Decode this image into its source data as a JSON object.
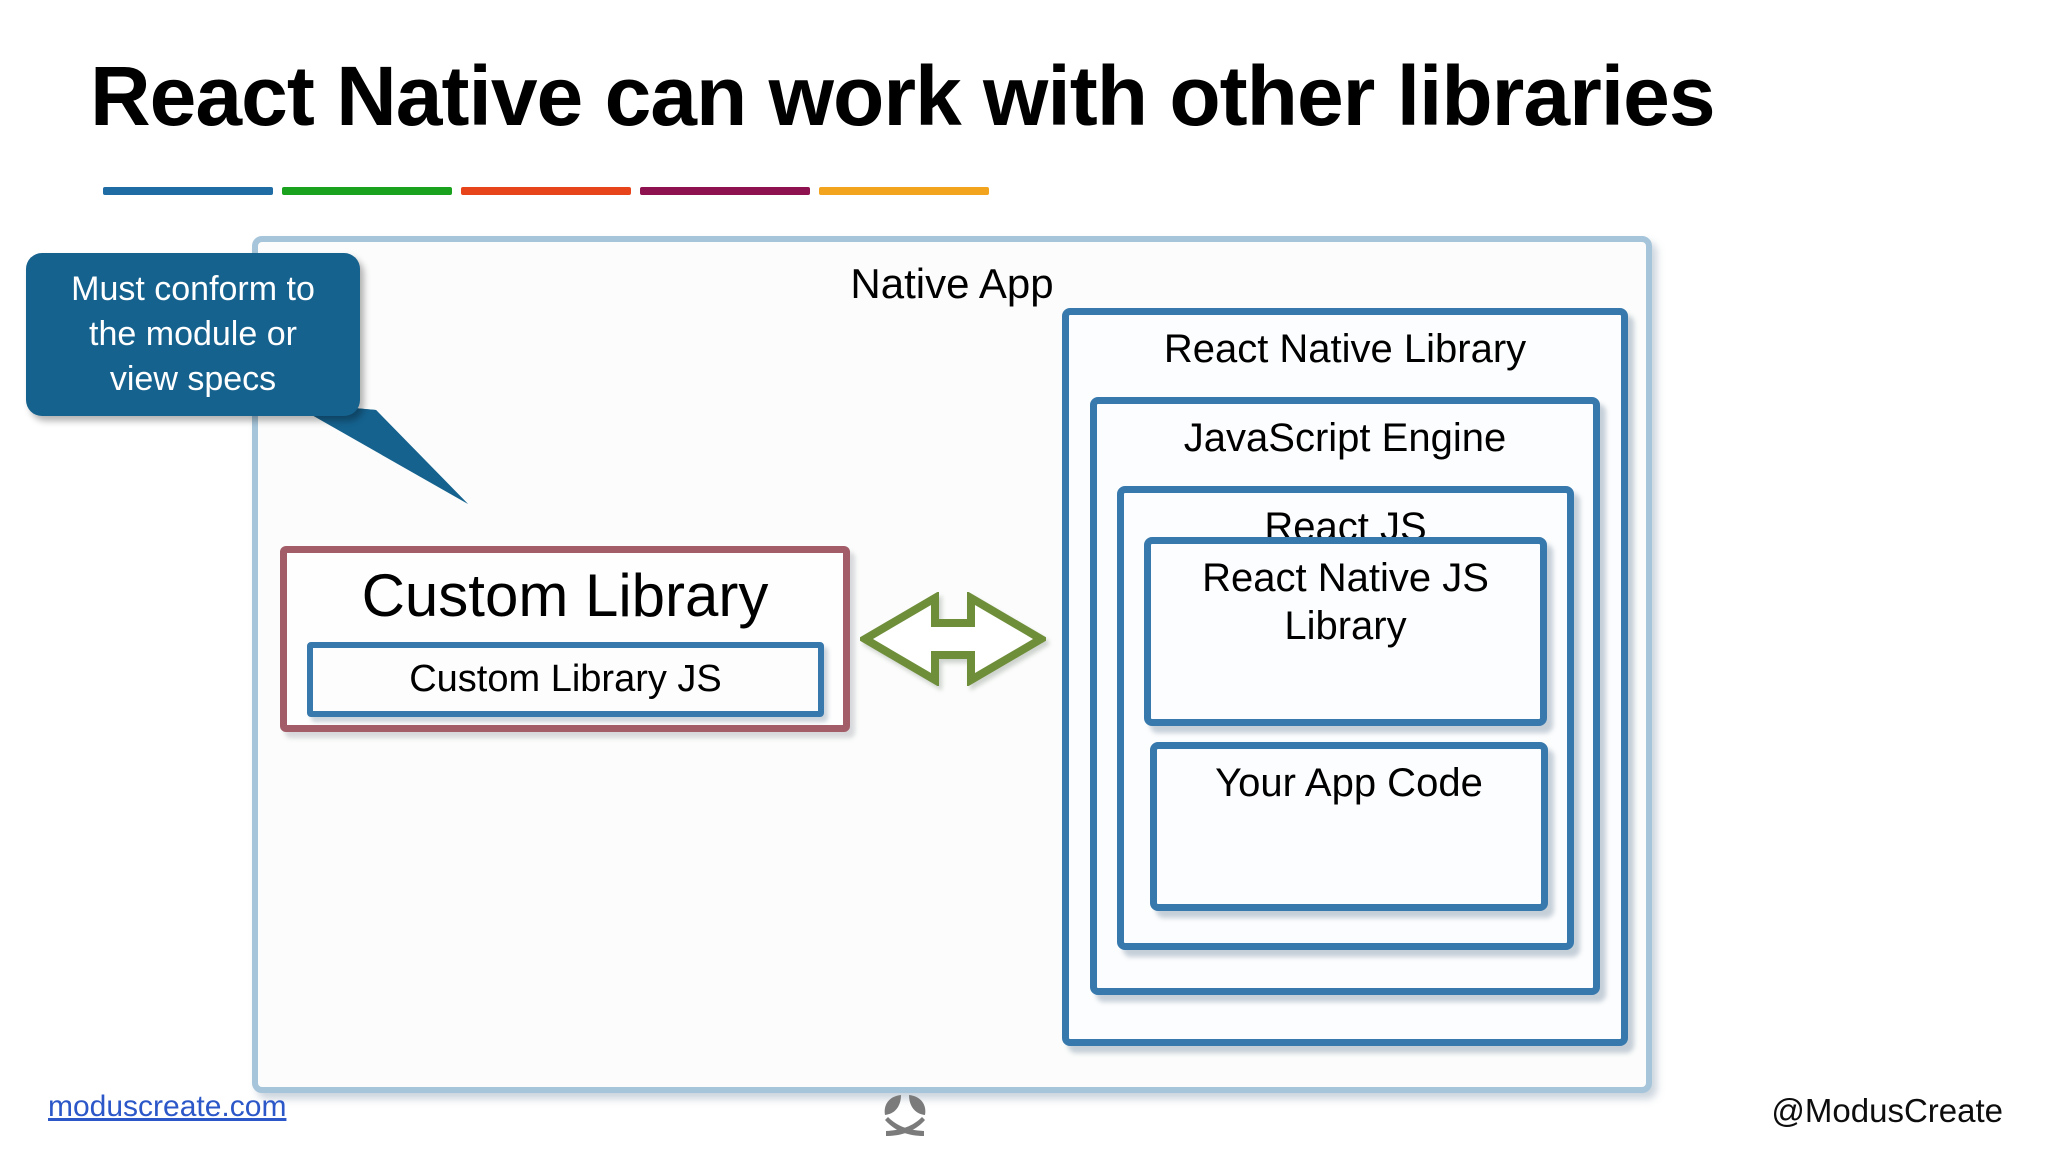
{
  "slide": {
    "title": "React Native can work with other libraries",
    "underline_colors": [
      "#1e6ca3",
      "#1aa11d",
      "#e8441c",
      "#8e1150",
      "#f2a41e"
    ],
    "callout": {
      "lines": [
        "Must conform to",
        "the module or",
        "view specs"
      ],
      "bg_color": "#15628f",
      "text_color": "#ffffff"
    },
    "diagram": {
      "native_app_label": "Native App",
      "custom_library_label": "Custom Library",
      "custom_library_js_label": "Custom Library JS",
      "react_native_library_label": "React Native Library",
      "javascript_engine_label": "JavaScript Engine",
      "react_js_label": "React JS",
      "react_native_js_library_label": "React Native JS Library",
      "your_app_code_label": "Your App Code",
      "arrow_icon": "bidirectional-arrow-icon",
      "colors": {
        "outer_border": "#a6c5da",
        "blue_border": "#3879ad",
        "custom_library_border": "#a25d68",
        "arrow_stroke": "#6f8e3a"
      }
    },
    "footer": {
      "link": "moduscreate.com",
      "link_color": "#2b57c8",
      "logo_icon": "modus-create-leaf-logo",
      "logo_color": "#7b7b7b",
      "handle": "@ModusCreate"
    }
  }
}
